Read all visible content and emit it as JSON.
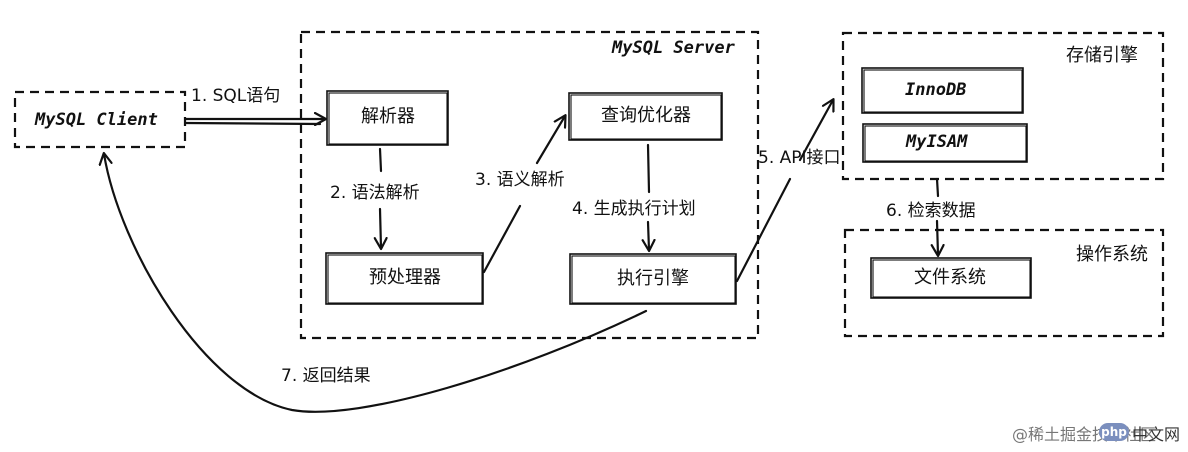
{
  "containers": {
    "server_title": "MySQL Server",
    "storage_title": "存储引擎",
    "os_title": "操作系统"
  },
  "nodes": {
    "client": "MySQL Client",
    "parser": "解析器",
    "preprocessor": "预处理器",
    "optimizer": "查询优化器",
    "executor": "执行引擎",
    "innodb": "InnoDB",
    "myisam": "MyISAM",
    "filesystem": "文件系统"
  },
  "edges": {
    "e1": "1. SQL语句",
    "e2": "2. 语法解析",
    "e3": "3. 语义解析",
    "e4": "4. 生成执行计划",
    "e5": "5. API接口",
    "e6": "6. 检索数据",
    "e7": "7. 返回结果"
  },
  "watermark": {
    "text": "@稀土掘金技术社区",
    "badge": "php",
    "badge_suffix": "中文网"
  }
}
